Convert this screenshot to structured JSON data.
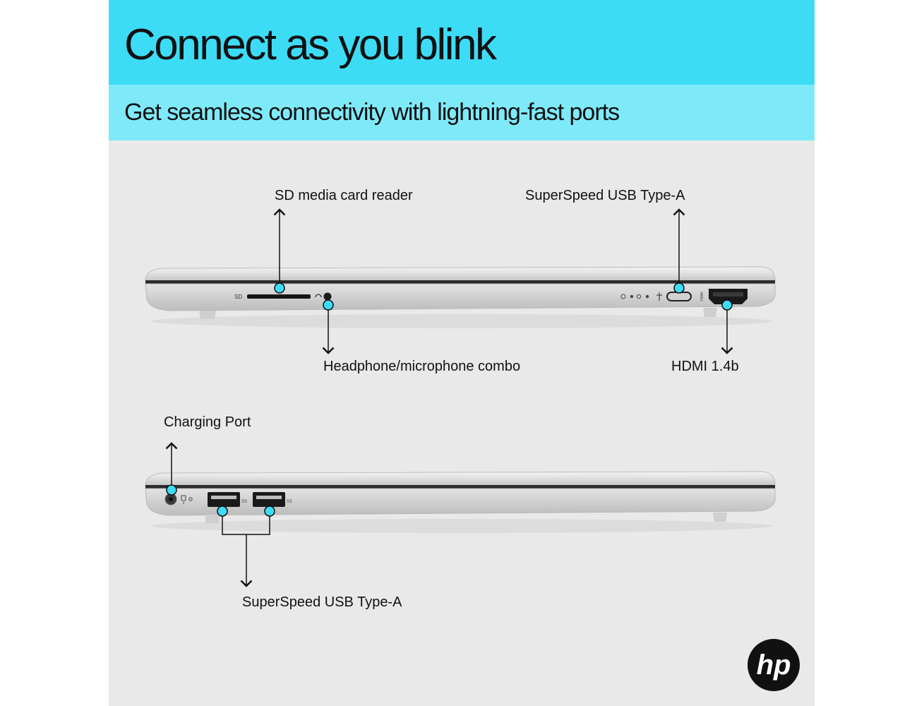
{
  "header": {
    "title": "Connect as you blink",
    "subtitle": "Get seamless connectivity with lightning-fast ports"
  },
  "callouts": {
    "sd_reader": "SD media card reader",
    "usb_a_top": "SuperSpeed USB Type-A",
    "headphone": "Headphone/microphone combo",
    "hdmi": "HDMI 1.4b",
    "charging": "Charging Port",
    "usb_a_bottom": "SuperSpeed USB Type-A"
  },
  "port_markings": {
    "sd": "SD",
    "hdmi": "HDMI",
    "usb_ss": "SS"
  },
  "brand": {
    "logo": "hp"
  },
  "colors": {
    "banner_primary": "#3ddcf6",
    "banner_secondary": "#7eeaf9",
    "panel_background": "#e9e9e9",
    "marker_dot": "#3ddcf6"
  }
}
